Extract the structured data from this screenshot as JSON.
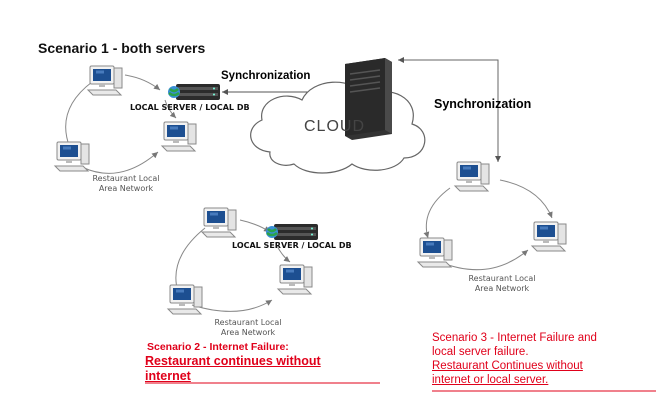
{
  "scenario1": {
    "title": "Scenario 1 - both servers",
    "server_label": "LOCAL SERVER / LOCAL DB",
    "lan_label_line1": "Restaurant Local",
    "lan_label_line2": "Area Network"
  },
  "sync": {
    "left_label": "Synchronization",
    "right_label": "Synchronization"
  },
  "cloud": {
    "label": "CLOUD"
  },
  "scenario2": {
    "server_label": "LOCAL SERVER / LOCAL DB",
    "lan_label_line1": "Restaurant Local",
    "lan_label_line2": "Area Network",
    "title": "Scenario 2 - Internet Failure:",
    "body_line1": "Restaurant continues without",
    "body_line2": "internet"
  },
  "scenario3": {
    "lan_label_line1": "Restaurant Local",
    "lan_label_line2": "Area Network",
    "line1": "Scenario 3 - Internet Failure and",
    "line2": "local server failure.",
    "line3": "Restaurant Continues without",
    "line4": "internet or local server."
  },
  "colors": {
    "accent_red": "#e0001a",
    "server_dark": "#2b2b2b",
    "cloud_outline": "#666666",
    "link_gray": "#888888"
  }
}
